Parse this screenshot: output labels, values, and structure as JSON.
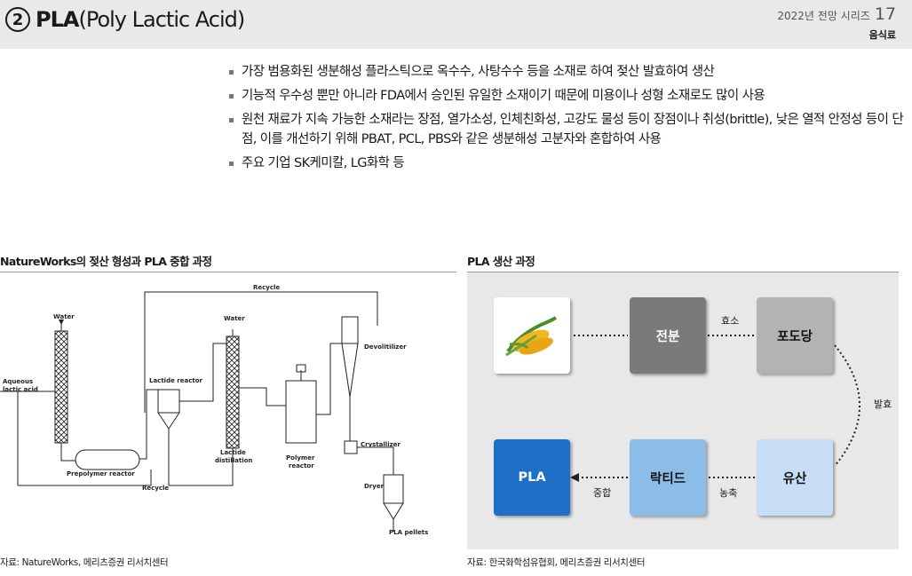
{
  "header": {
    "number": "2",
    "title_main": "PLA",
    "title_sub": "(Poly Lactic Acid)",
    "series_label": "2022년 전망 시리즈",
    "series_number": "17",
    "category": "음식료"
  },
  "bullets": [
    "가장 범용화된 생분해성 플라스틱으로 옥수수, 사탕수수 등을 소재로 하여 젖산 발효하여 생산",
    "기능적 우수성 뿐만 아니라 FDA에서 승인된 유일한 소재이기 때문에 미용이나 성형 소재로도 많이 사용",
    "원천 재료가 지속 가능한 소재라는 장점, 열가소성, 인체친화성, 고강도 물성 등이 장점이나 취성(brittle), 낮은 열적 안정성 등이 단점, 이를 개선하기 위해 PBAT, PCL, PBS와 같은 생분해성 고분자와 혼합하여 사용",
    "주요 기업 SK케미칼, LG화학 등"
  ],
  "left_panel": {
    "title": "NatureWorks의 젖산 형성과 PLA 중합 과정",
    "source": "자료: NatureWorks, 메리츠증권 리서치센터",
    "diagram_labels": {
      "recycle_top": "Recycle",
      "water1": "Water",
      "water2": "Water",
      "aqueous": "Aqueous",
      "lactic": "lactic acid",
      "lactide_reactor": "Lactide reactor",
      "devolitilizer": "Devolitilizer",
      "prepolymer": "Prepolymer reactor",
      "recycle_bottom": "Recycle",
      "lactide": "Lactide",
      "distillation": "distillation",
      "polymer": "Polymer",
      "reactor": "reactor",
      "crystallizer": "Crystallizer",
      "dryer": "Dryer",
      "pellets": "PLA pellets"
    }
  },
  "right_panel": {
    "title": "PLA 생산 과정",
    "source": "자료: 한국화학섬유협회, 메리츠증권 리서치센터",
    "boxes": {
      "starch": "전분",
      "glucose": "포도당",
      "lactic_acid": "유산",
      "lactide": "락티드",
      "pla": "PLA"
    },
    "arrows": {
      "enzyme": "효소",
      "fermentation": "발효",
      "concentration": "농축",
      "polymerization": "중합"
    },
    "colors": {
      "starch": "#7a7a7a",
      "glucose": "#b3b3b3",
      "lactic_acid": "#c6ddf5",
      "lactide": "#8cbde8",
      "pla": "#1e6fc6"
    }
  }
}
